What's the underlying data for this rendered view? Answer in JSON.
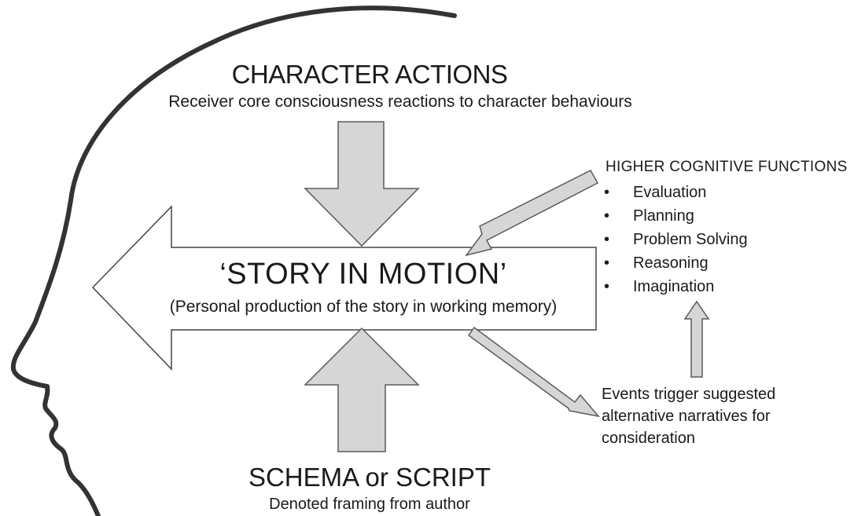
{
  "character_actions": {
    "title": "CHARACTER ACTIONS",
    "subtitle": "Receiver core consciousness reactions to character behaviours"
  },
  "story": {
    "title": "‘STORY IN MOTION’",
    "subtitle": "(Personal production of the story in working memory)"
  },
  "schema": {
    "title": "SCHEMA or SCRIPT",
    "subtitle": "Denoted framing from author"
  },
  "higher_cognitive": {
    "title": "HIGHER COGNITIVE FUNCTIONS",
    "bullet": "•",
    "items": [
      "Evaluation",
      "Planning",
      "Problem Solving",
      "Reasoning",
      "Imagination"
    ]
  },
  "events": {
    "lines": [
      "Events trigger suggested",
      "alternative narratives for",
      "consideration"
    ]
  },
  "colors": {
    "arrow_fill": "#d6d6d6",
    "arrow_stroke": "#5a5a5a",
    "head_outline": "#333333",
    "big_arrow_fill": "#ffffff"
  }
}
